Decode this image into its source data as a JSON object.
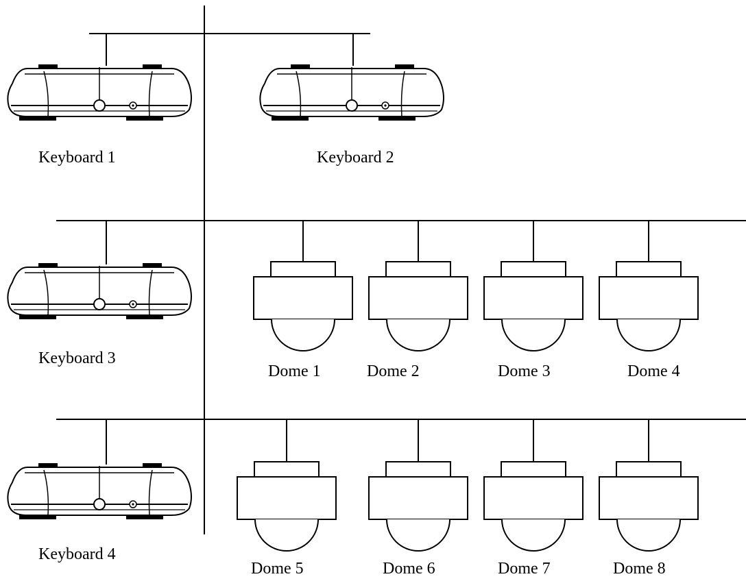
{
  "keyboards": [
    {
      "label": "Keyboard 1"
    },
    {
      "label": "Keyboard 2"
    },
    {
      "label": "Keyboard 3"
    },
    {
      "label": "Keyboard 4"
    }
  ],
  "domes": [
    {
      "label": "Dome 1"
    },
    {
      "label": "Dome 2"
    },
    {
      "label": "Dome 3"
    },
    {
      "label": "Dome 4"
    },
    {
      "label": "Dome 5"
    },
    {
      "label": "Dome 6"
    },
    {
      "label": "Dome 7"
    },
    {
      "label": "Dome 8"
    }
  ]
}
